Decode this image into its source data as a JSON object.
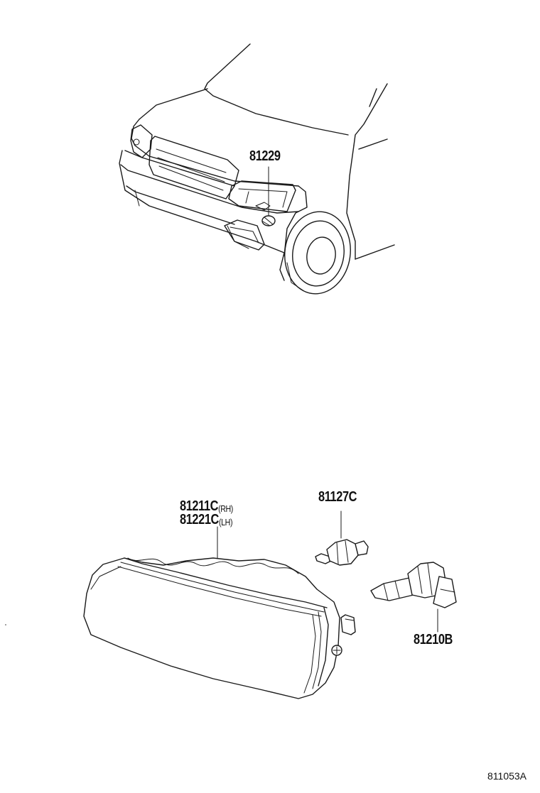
{
  "parts": {
    "fog_lamp_bulb_upper": "81229",
    "fog_lamp_rh": "81211C",
    "fog_lamp_rh_side": "(RH)",
    "fog_lamp_lh": "81221C",
    "fog_lamp_lh_side": "(LH)",
    "socket": "81127C",
    "bulb": "81210B"
  },
  "figure_code": "811053A"
}
